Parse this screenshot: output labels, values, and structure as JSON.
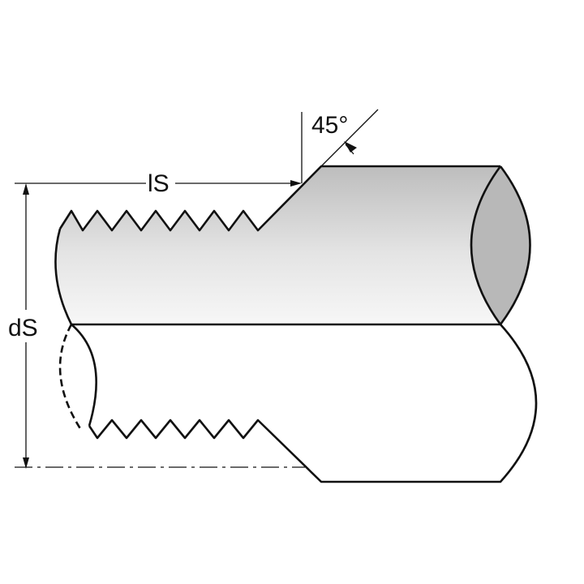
{
  "labels": {
    "thread_length": "lS",
    "diameter": "dS",
    "angle": "45°"
  },
  "colors": {
    "stroke": "#111111",
    "shade_dark": "#bdbdbd",
    "shade_light": "#f2f2f2",
    "end_face": "#b8b8b8",
    "background": "#ffffff"
  }
}
